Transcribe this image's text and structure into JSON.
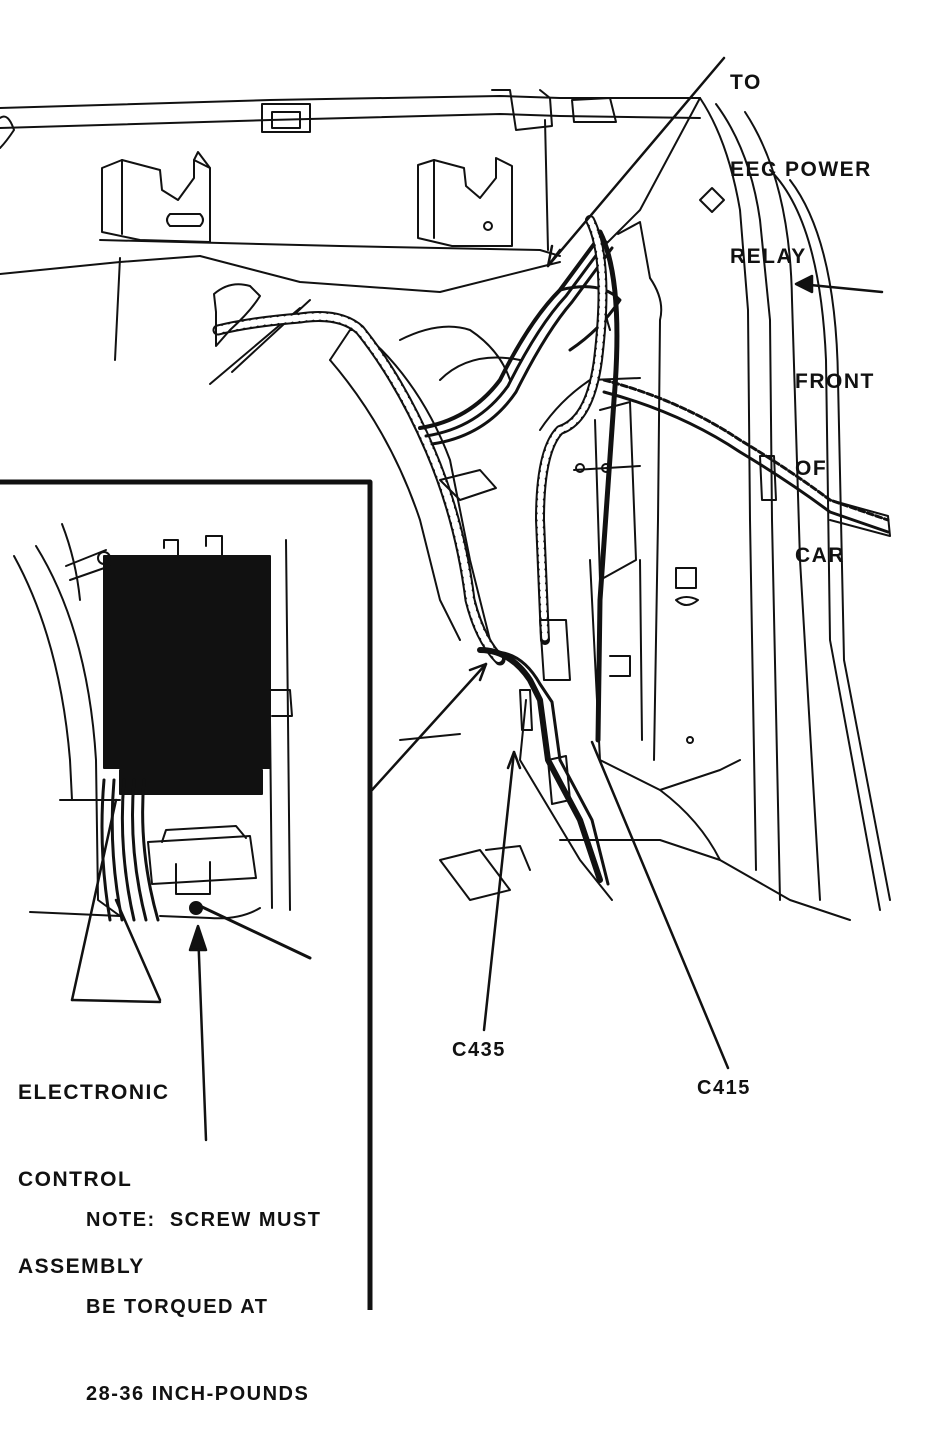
{
  "labels": {
    "eec_relay": [
      "TO",
      "EEC POWER",
      "RELAY"
    ],
    "front_of_car": [
      "FRONT",
      "OF",
      "CAR"
    ],
    "eca": [
      "ELECTRONIC",
      "CONTROL",
      "ASSEMBLY"
    ],
    "note": [
      "NOTE:  SCREW MUST",
      "BE TORQUED AT",
      "28-36 INCH-POUNDS"
    ],
    "c435": "C435",
    "c415": "C415"
  },
  "colors": {
    "ink": "#111111",
    "background": "#ffffff"
  }
}
